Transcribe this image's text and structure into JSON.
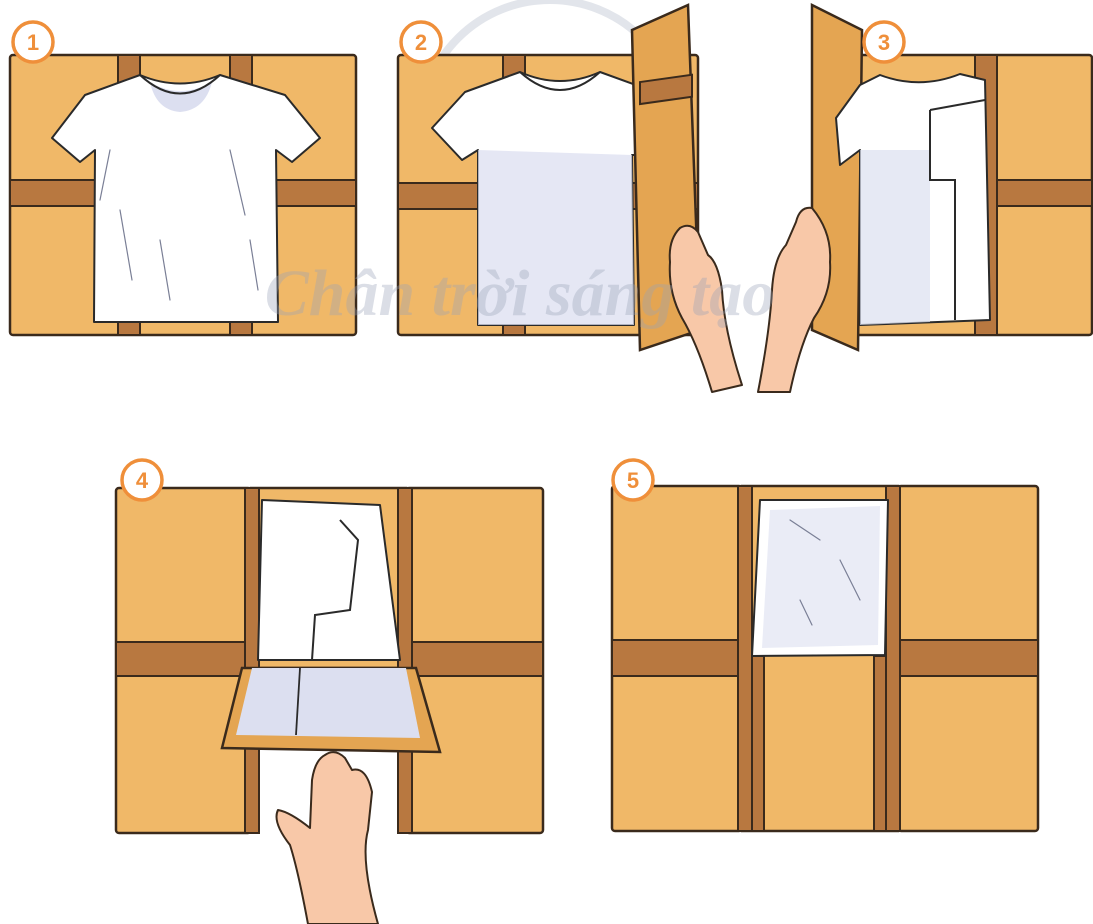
{
  "watermark": {
    "text": "Chân trời sáng tạo"
  },
  "steps": [
    {
      "label": "1"
    },
    {
      "label": "2"
    },
    {
      "label": "3"
    },
    {
      "label": "4"
    },
    {
      "label": "5"
    }
  ],
  "colors": {
    "cardboard": "#f0b868",
    "tape": "#b87840",
    "outline": "#3a2a1c",
    "badge": "#ef8f3a",
    "shirt": "#ffffff",
    "shirt_shadow": "#dcdff0",
    "skin": "#f8c8a8",
    "watermark": "#9aa3b8"
  }
}
